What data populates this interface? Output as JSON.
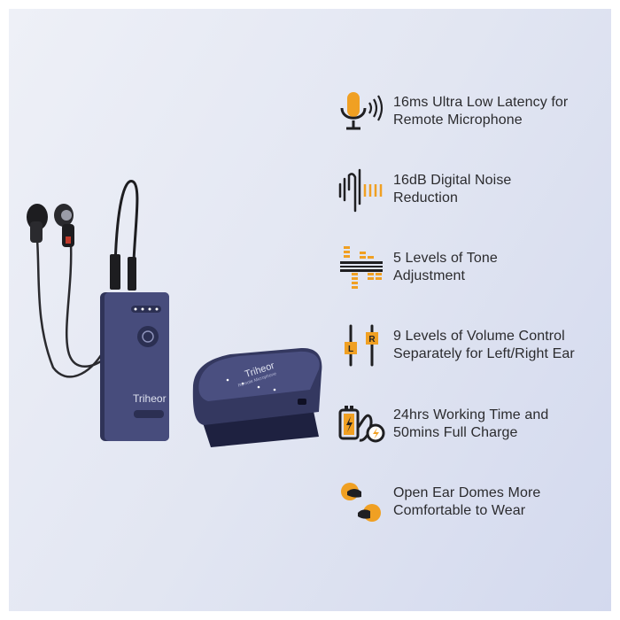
{
  "product": {
    "receiver_brand": "Triheor",
    "microphone_brand": "Triheor",
    "microphone_subtitle": "Remote Microphone"
  },
  "features": [
    {
      "icon": "microphone-icon",
      "line1": "16ms Ultra Low Latency for",
      "line2": "Remote Microphone"
    },
    {
      "icon": "noise-reduction-icon",
      "line1": "16dB Digital Noise",
      "line2": "Reduction"
    },
    {
      "icon": "equalizer-icon",
      "line1": "5 Levels of Tone",
      "line2": "Adjustment"
    },
    {
      "icon": "volume-sliders-icon",
      "line1": "9 Levels of Volume Control",
      "line2": "Separately for Left/Right Ear"
    },
    {
      "icon": "battery-charge-icon",
      "line1": "24hrs Working Time and",
      "line2": "50mins Full Charge"
    },
    {
      "icon": "ear-dome-icon",
      "line1": "Open Ear Domes More",
      "line2": "Comfortable to Wear"
    }
  ],
  "slider_labels": {
    "left": "L",
    "right": "R"
  },
  "colors": {
    "accent": "#f0a023",
    "dark": "#1f1f22",
    "device": "#3e4370",
    "text": "#2b2b2e"
  }
}
